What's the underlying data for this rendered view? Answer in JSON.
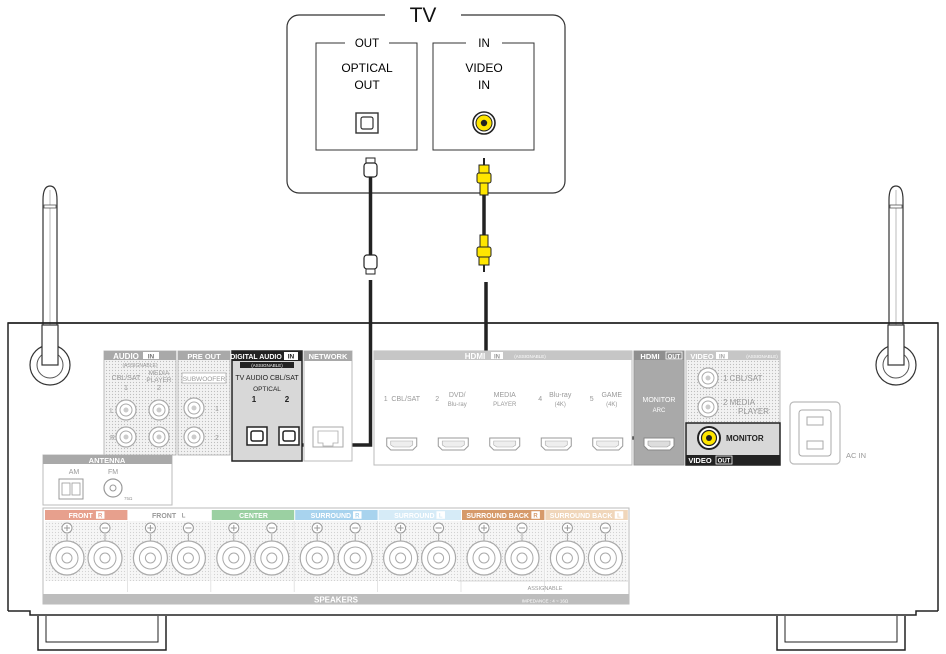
{
  "tv": {
    "title": "TV",
    "out_section": "OUT",
    "out_jack": [
      "OPTICAL",
      "OUT"
    ],
    "in_section": "IN",
    "in_jack": [
      "VIDEO",
      "IN"
    ]
  },
  "receiver": {
    "audio_in": {
      "title": "AUDIO",
      "badge": "IN",
      "sub": "(ASSIGNABLE)",
      "col1": [
        "CBL/SAT",
        "1"
      ],
      "col2": [
        "MEDIA",
        "PLAYER",
        "2"
      ],
      "l": "L",
      "r": "R"
    },
    "pre_out": {
      "title": "PRE OUT",
      "sub": "SUBWOOFER",
      "n1": "1",
      "n2": "2"
    },
    "digital_audio": {
      "title": "DIGITAL AUDIO",
      "badge": "IN",
      "sub": "(ASSIGNABLE)",
      "line1": "TV AUDIO  CBL/SAT",
      "line2": "OPTICAL",
      "n1": "1",
      "n2": "2"
    },
    "network": {
      "title": "NETWORK"
    },
    "hdmi_in": {
      "title": "HDMI",
      "badge": "IN",
      "sub": "(ASSIGNABLE)",
      "ports": [
        {
          "n": "1",
          "label": "CBL/SAT",
          "sub": ""
        },
        {
          "n": "2",
          "label": "DVD/",
          "sub": "Blu-ray"
        },
        {
          "n": "",
          "label": "MEDIA",
          "sub": "PLAYER"
        },
        {
          "n": "4",
          "label": "Blu-ray",
          "sub": "(4K)"
        },
        {
          "n": "5",
          "label": "GAME",
          "sub": "(4K)"
        }
      ]
    },
    "hdmi_out": {
      "title": "HDMI",
      "badge": "OUT",
      "line1": "MONITOR",
      "line2": "ARC"
    },
    "video_in": {
      "title": "VIDEO",
      "badge": "IN",
      "sub": "(ASSIGNABLE)",
      "p1": "1  CBL/SAT",
      "p2a": "2  MEDIA",
      "p2b": "PLAYER"
    },
    "video_out": {
      "label": "MONITOR",
      "title": "VIDEO",
      "badge": "OUT"
    },
    "ac_in": "AC IN",
    "antenna": {
      "title": "ANTENNA",
      "am": "AM",
      "fm": "FM",
      "ohm": "75Ω"
    },
    "speakers": {
      "title": "SPEAKERS",
      "groups": [
        {
          "label": "FRONT",
          "badge": "R",
          "color": "#e7a08d"
        },
        {
          "label": "FRONT",
          "badge": "L",
          "color": "#ffffff"
        },
        {
          "label": "CENTER",
          "badge": "",
          "color": "#9bd0a2"
        },
        {
          "label": "SURROUND",
          "badge": "R",
          "color": "#a8d3ee"
        },
        {
          "label": "SURROUND",
          "badge": "L",
          "color": "#d6ebf7"
        },
        {
          "label": "SURROUND BACK",
          "badge": "R",
          "color": "#d69a6a"
        },
        {
          "label": "SURROUND BACK",
          "badge": "L",
          "color": "#f0d6ba"
        }
      ],
      "assignable": "ASSIGNABLE",
      "impedance": "IMPEDANCE : 4 ~ 16Ω"
    }
  },
  "colors": {
    "rca_yellow": "#ffe600",
    "cable": "#222222",
    "panel_gray": "#a9a9a9"
  }
}
